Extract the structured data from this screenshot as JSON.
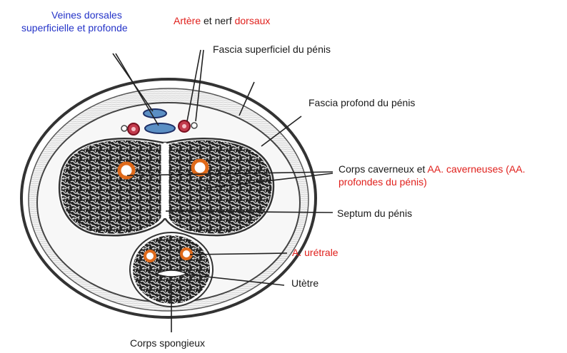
{
  "labels": {
    "veins_line1": "Veines dorsales",
    "veins_line2": "superficielle et profonde",
    "artery_part1": "Artère",
    "artery_part2": " et nerf ",
    "artery_part3": "dorsaux",
    "fascia_superficial": "Fascia superficiel du pénis",
    "fascia_deep": "Fascia profond du pénis",
    "cavernous_part1": "Corps caverneux et ",
    "cavernous_part2": "AA. caverneuses (AA.",
    "cavernous_line2": "profondes du pénis)",
    "septum": "Septum du pénis",
    "urethral_artery": "A. urétrale",
    "urethra": "Utètre",
    "spongy_body": "Corps spongieux"
  },
  "colors": {
    "label_blue": "#2433c8",
    "label_red": "#e0201c",
    "vein_fill": "#5b8fc4",
    "artery_fill": "#c23a4c",
    "cavernous_artery": "#e06a1a",
    "erectile_tissue": "#262626"
  }
}
